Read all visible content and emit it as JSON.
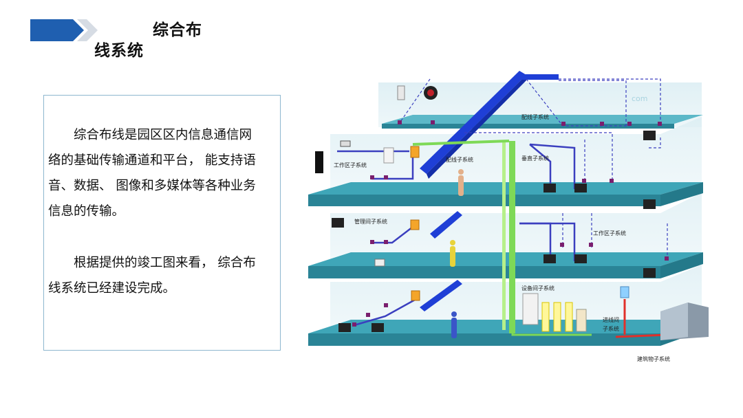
{
  "header": {
    "title_line1": "综合布",
    "title_line2": "线系统"
  },
  "content": {
    "para1_lines": [
      "综合布线是园区区内信息通信网",
      "络的基础传输通道和平台， 能支持语",
      "音、数据、 图像和多媒体等各种业务",
      "信息的传输。"
    ],
    "para2_lines": [
      "根据提供的竣工图来看， 综合布",
      "线系统已经建设完成。"
    ]
  },
  "diagram": {
    "labels": {
      "peixian_top": "配线子系统",
      "gongzuoqu_top": "工作区子系统",
      "peixian_mid": "配线子系统",
      "chuizhi": "垂直子系统",
      "guanlijian": "管理间子系统",
      "gongzuoqu_right": "工作区子系统",
      "shebeijian": "设备间子系统",
      "jinxianjian_1": "进线间",
      "jinxianjian_2": "子系统",
      "jianzhuwu": "建筑物子系统",
      "watermark": "com"
    },
    "colors": {
      "floor": "#3fa6b8",
      "floor_edge": "#2a8496",
      "backbone": "#1f3fd6",
      "vertical": "#7ed957",
      "cable": "#3b3fbf",
      "node": "#7a1f6e",
      "outdoor": "#e0302a"
    }
  }
}
